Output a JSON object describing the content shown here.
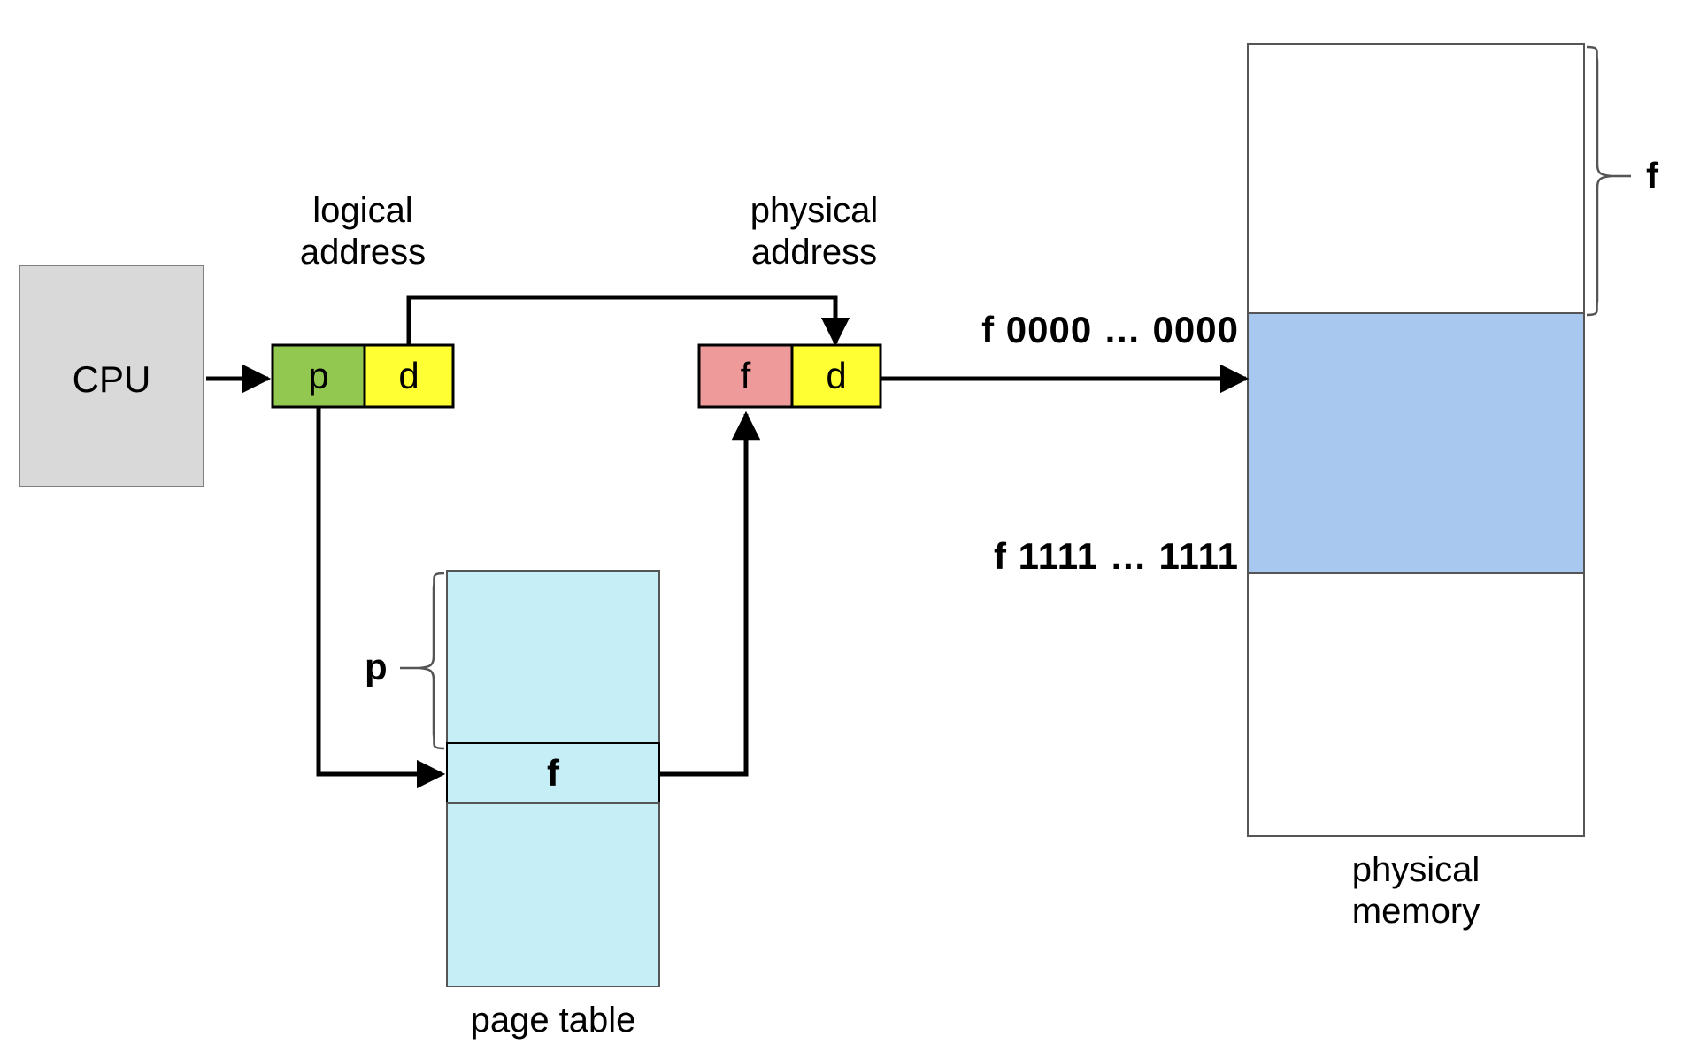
{
  "diagram": {
    "title": "paging-address-translation",
    "cpu": {
      "label": "CPU"
    },
    "logical_address": {
      "caption_line1": "logical",
      "caption_line2": "address",
      "fields": [
        {
          "name": "page-number",
          "label": "p",
          "color": "#92c84f"
        },
        {
          "name": "offset",
          "label": "d",
          "color": "#ffff33"
        }
      ]
    },
    "physical_address": {
      "caption_line1": "physical",
      "caption_line2": "address",
      "fields": [
        {
          "name": "frame-number",
          "label": "f",
          "color": "#ef9a9a"
        },
        {
          "name": "offset",
          "label": "d",
          "color": "#ffff33"
        }
      ]
    },
    "page_table": {
      "caption": "page table",
      "brace_label": "p",
      "entry_label": "f",
      "fill": "#c5eef7"
    },
    "physical_memory": {
      "caption_line1": "physical",
      "caption_line2": "memory",
      "brace_label": "f",
      "frame_fill": "#a8c8f0",
      "address_top": "f 0000 … 0000",
      "address_bottom": "f 1111 … 1111"
    },
    "colors": {
      "cpu_fill": "#d9d9d9",
      "stroke": "#000000",
      "thin_stroke": "#555555"
    }
  }
}
